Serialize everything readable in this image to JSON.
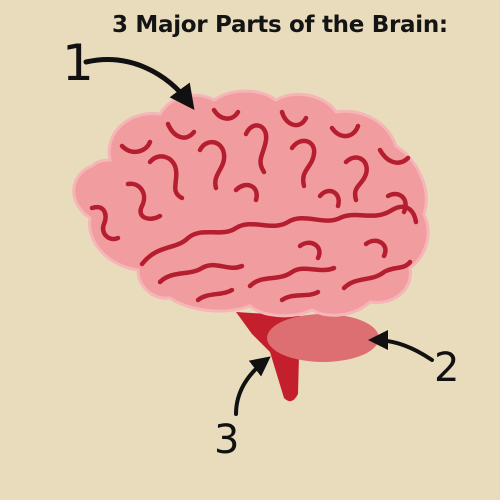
{
  "title": "3 Major Parts of the Brain:",
  "labels": {
    "one": "1",
    "two": "2",
    "three": "3"
  },
  "colors": {
    "background": "#e8dcbc",
    "cerebrum": "#f19da0",
    "cerebrum_outline": "#f6b6b8",
    "folds": "#b51e2f",
    "cerebellum": "#dd6e72",
    "brainstem": "#c41f2c",
    "arrows": "#111111"
  }
}
